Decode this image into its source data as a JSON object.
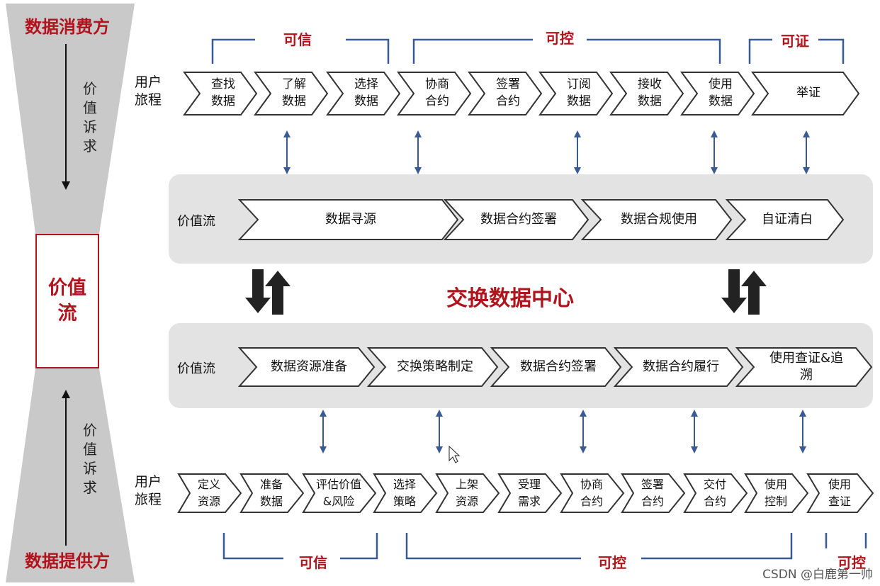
{
  "left": {
    "consumer": "数据消费方",
    "provider": "数据提供方",
    "demand_top": "价值诉求",
    "demand_bottom": "价值诉求",
    "center": "价值流"
  },
  "top": {
    "row_label": "用户旅程",
    "braces": [
      "可信",
      "可控",
      "可证"
    ],
    "steps": [
      [
        "查找",
        "数据"
      ],
      [
        "了解",
        "数据"
      ],
      [
        "选择",
        "数据"
      ],
      [
        "协商",
        "合约"
      ],
      [
        "签署",
        "合约"
      ],
      [
        "订阅",
        "数据"
      ],
      [
        "接收",
        "数据"
      ],
      [
        "使用",
        "数据"
      ],
      [
        "举证"
      ]
    ]
  },
  "upper_band": {
    "label": "价值流",
    "steps": [
      "数据寻源",
      "数据合约签署",
      "数据合规使用",
      "自证清白"
    ]
  },
  "center_title": "交换数据中心",
  "lower_band": {
    "label": "价值流",
    "steps": [
      "数据资源准备",
      "交换策略制定",
      "数据合约签署",
      "数据合约履行",
      "使用查证&追溯"
    ]
  },
  "bottom": {
    "row_label": "用户旅程",
    "braces": [
      "可信",
      "可控",
      "可控"
    ],
    "steps": [
      [
        "定义",
        "资源"
      ],
      [
        "准备",
        "数据"
      ],
      [
        "评估价值",
        "&风险"
      ],
      [
        "选择",
        "策略"
      ],
      [
        "上架",
        "资源"
      ],
      [
        "受理",
        "需求"
      ],
      [
        "协商",
        "合约"
      ],
      [
        "签署",
        "合约"
      ],
      [
        "交付",
        "合约"
      ],
      [
        "使用",
        "控制"
      ],
      [
        "使用",
        "查证"
      ]
    ]
  },
  "watermark": "CSDN @白鹿第一帅",
  "colors": {
    "accent": "#b0141c",
    "arrow": "#3a5a93",
    "band": "#e3e3e3",
    "side": "#c9c9c9"
  },
  "icons": [
    "exchange-icon-left",
    "exchange-icon-right",
    "cursor-icon"
  ]
}
